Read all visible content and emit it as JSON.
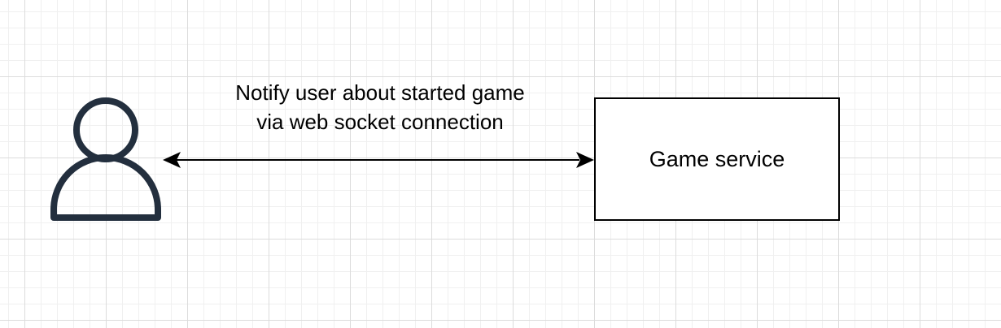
{
  "colors": {
    "user_icon_stroke": "#232f3e",
    "line": "#000000",
    "grid_major": "#dcdcdc",
    "grid_minor": "#f0f0f0"
  },
  "nodes": {
    "user": {
      "icon": "user-icon"
    },
    "game_service": {
      "label": "Game service"
    }
  },
  "edge": {
    "label_line1": "Notify user about started game",
    "label_line2": "via web socket connection",
    "direction": "bidirectional"
  }
}
